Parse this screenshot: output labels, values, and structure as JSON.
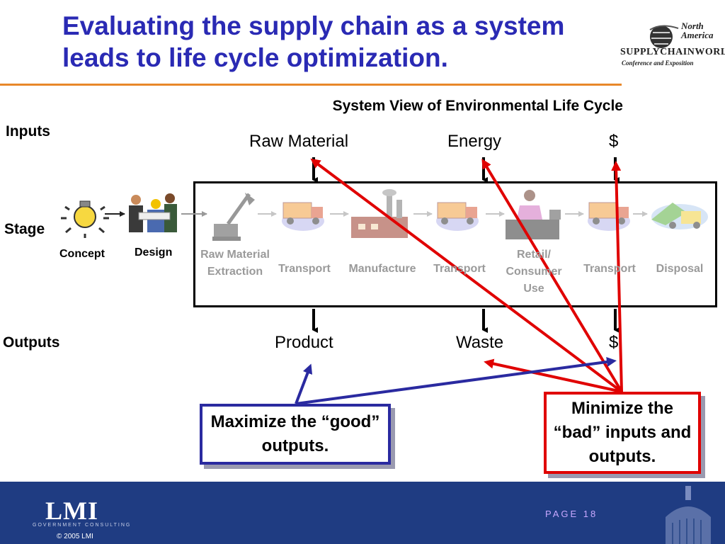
{
  "slide": {
    "title": "Evaluating the supply chain as a system leads to life cycle optimization."
  },
  "logo": {
    "line1": "North",
    "line2": "America",
    "brand": "SUPPLYCHAINWORLD",
    "sub": "Conference and Exposition"
  },
  "diagram": {
    "title": "System View of Environmental Life Cycle",
    "row_labels": {
      "inputs": "Inputs",
      "stage": "Stage",
      "outputs": "Outputs"
    },
    "inputs": [
      "Raw Material",
      "Energy",
      "$"
    ],
    "outputs": [
      "Product",
      "Waste",
      "$"
    ],
    "pre_stages": [
      "Concept",
      "Design"
    ],
    "stages": [
      {
        "label": "Raw Material Extraction",
        "icon": "excavator-icon"
      },
      {
        "label": "Transport",
        "icon": "truck-icon"
      },
      {
        "label": "Manufacture",
        "icon": "factory-icon"
      },
      {
        "label": "Transport",
        "icon": "truck-icon"
      },
      {
        "label": "Retail/ Consumer Use",
        "icon": "cashier-icon"
      },
      {
        "label": "Transport",
        "icon": "truck-icon"
      },
      {
        "label": "Disposal",
        "icon": "dump-truck-icon"
      }
    ],
    "callouts": {
      "good": "Maximize the “good” outputs.",
      "bad": "Minimize the “bad” inputs and outputs."
    },
    "colors": {
      "good": "#2a2aa0",
      "bad": "#e00000",
      "title": "#2a2ab4",
      "rule": "#e8882a"
    }
  },
  "footer": {
    "logo": "LMI",
    "logo_sub": "GOVERNMENT CONSULTING",
    "copyright": "© 2005 LMI",
    "page": "PAGE 18"
  }
}
